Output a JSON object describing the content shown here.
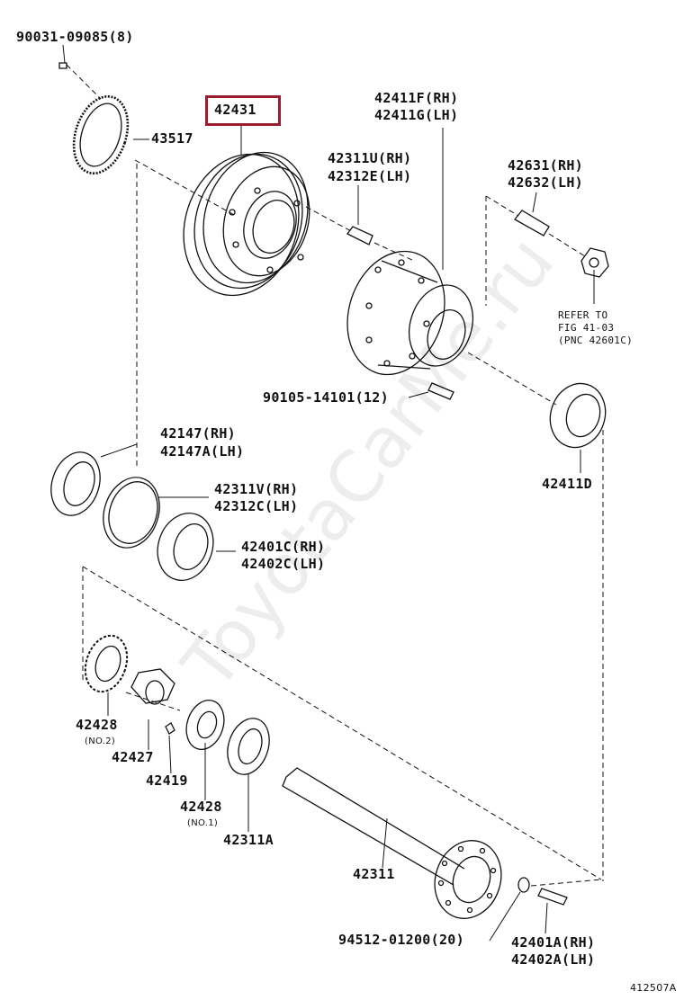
{
  "watermark": "ToyotaCarMe.ru",
  "figure_id": "412507A",
  "labels": {
    "p_90031": "90031-09085(8)",
    "p_43517": "43517",
    "p_42431": "42431",
    "p_42411f": "42411F(RH)",
    "p_42411g": "42411G(LH)",
    "p_42311u": "42311U(RH)",
    "p_42312e": "42312E(LH)",
    "p_42631": "42631(RH)",
    "p_42632": "42632(LH)",
    "refer_1": "REFER TO",
    "refer_2": "FIG 41-03",
    "refer_3": "(PNC 42601C)",
    "p_90105": "90105-14101(12)",
    "p_42411d": "42411D",
    "p_42147": "42147(RH)",
    "p_42147a": "42147A(LH)",
    "p_42311v": "42311V(RH)",
    "p_42312c": "42312C(LH)",
    "p_42401c": "42401C(RH)",
    "p_42402c": "42402C(LH)",
    "p_42428a": "42428",
    "p_42428a_note": "(NO.2)",
    "p_42427": "42427",
    "p_42419": "42419",
    "p_42428b": "42428",
    "p_42428b_note": "(NO.1)",
    "p_42311a": "42311A",
    "p_42311": "42311",
    "p_94512": "94512-01200(20)",
    "p_42401a": "42401A(RH)",
    "p_42402a": "42402A(LH)"
  }
}
